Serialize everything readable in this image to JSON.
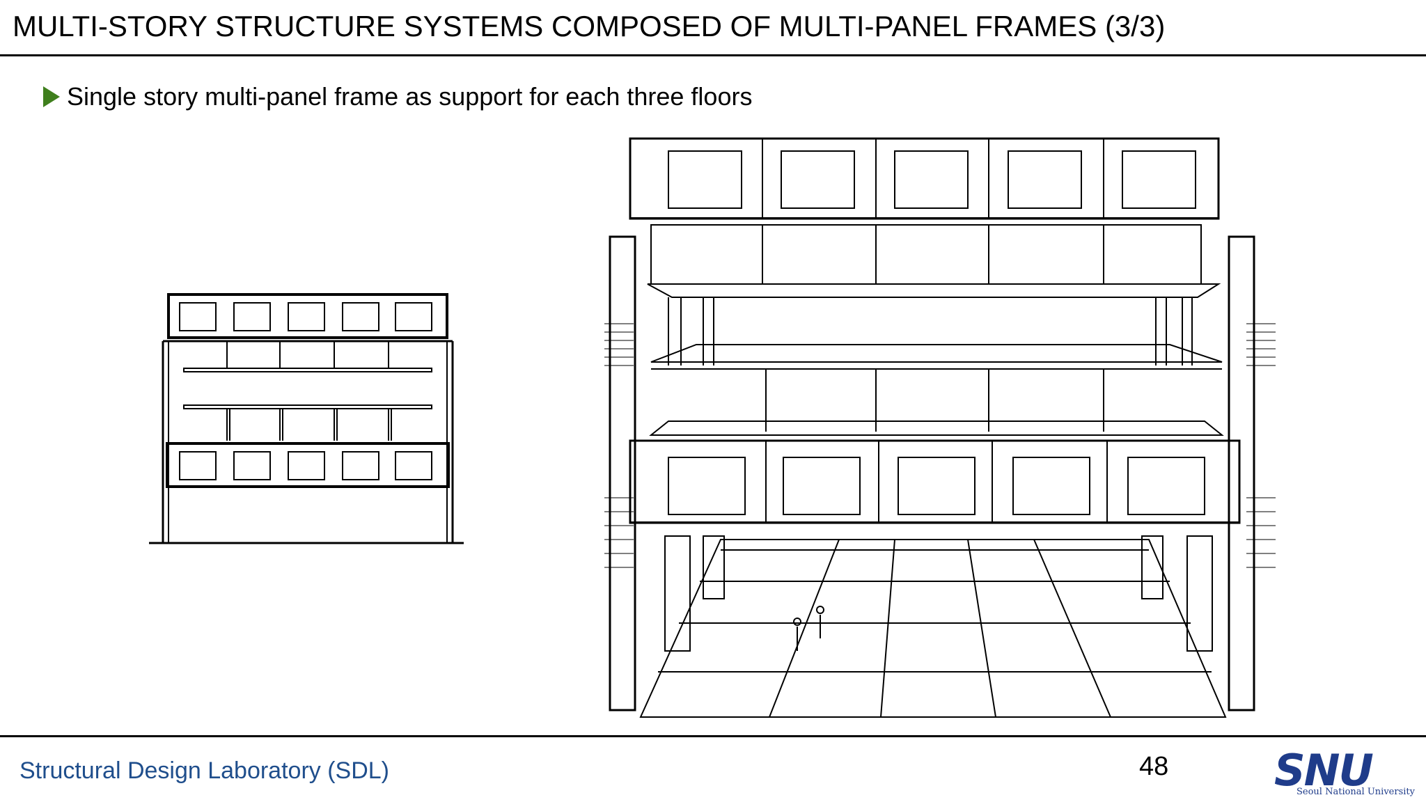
{
  "header": {
    "title": "MULTI-STORY STRUCTURE SYSTEMS COMPOSED OF MULTI-PANEL FRAMES (3/3)"
  },
  "content": {
    "bullet_text": "Single story multi-panel frame as support for each three floors"
  },
  "footer": {
    "lab_name": "Structural Design Laboratory (SDL)",
    "page_number": "48",
    "logo_text": "SNU",
    "logo_subtitle": "Seoul National University"
  },
  "colors": {
    "bullet": "#3f7f1d",
    "footer_text": "#1f4e8c",
    "logo": "#1f3c8a",
    "lines": "#000000"
  }
}
